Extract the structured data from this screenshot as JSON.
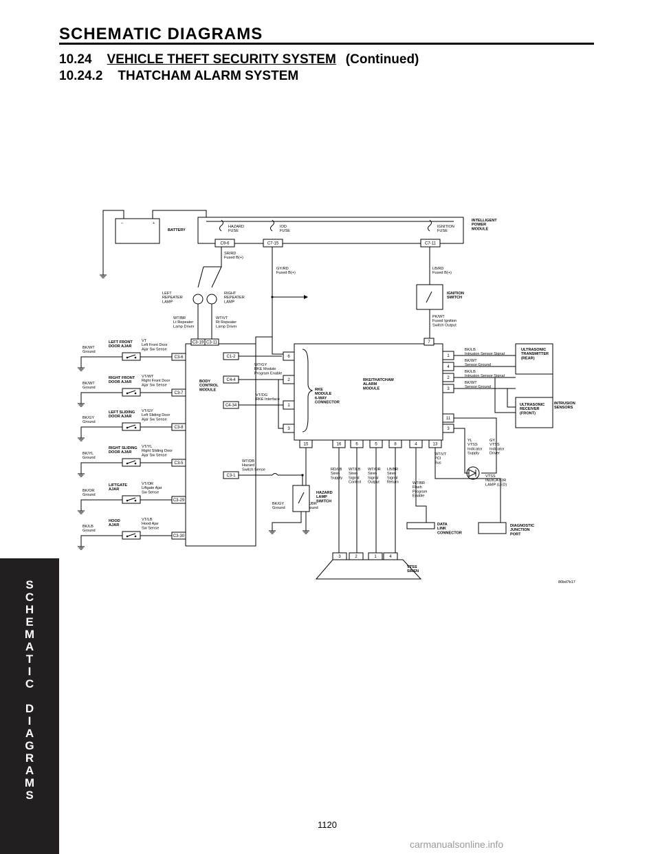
{
  "header": {
    "title": "SCHEMATIC DIAGRAMS",
    "section_number": "10.24",
    "section_title": "VEHICLE THEFT SECURITY SYSTEM",
    "section_suffix": "(Continued)",
    "subsection_number": "10.24.2",
    "subsection_title": "THATCHAM ALARM SYSTEM"
  },
  "side_tab": {
    "letters": [
      "S",
      "C",
      "H",
      "E",
      "M",
      "A",
      "T",
      "I",
      "C",
      "",
      "D",
      "I",
      "A",
      "G",
      "R",
      "A",
      "M",
      "S"
    ]
  },
  "page_number": "1120",
  "watermark": "carmanualsonline.info",
  "diagram": {
    "figure_id": "80bd7b17",
    "components": {
      "battery": "BATTERY",
      "battery_minus": "–",
      "battery_plus": "+",
      "ipm": [
        "INTELLIGENT",
        "POWER",
        "MODULE"
      ],
      "hazard_fuse": [
        "HAZARD",
        "FUSE"
      ],
      "iod_fuse": [
        "IOD",
        "FUSE"
      ],
      "ignition_fuse": [
        "IGNITION",
        "FUSE"
      ],
      "left_repeater": [
        "LEFT",
        "REPEATER",
        "LAMP"
      ],
      "right_repeater": [
        "RIGHT",
        "REPEATER",
        "LAMP"
      ],
      "ignition_switch": [
        "IGNITION",
        "SWITCH"
      ],
      "bcm": [
        "BODY",
        "CONTROL",
        "MODULE"
      ],
      "rke_connector": [
        "RKE",
        "MODULE",
        "6-WAY",
        "CONNECTOR"
      ],
      "alarm_module": [
        "RKE/THATCHAM",
        "ALARM",
        "MODULE"
      ],
      "us_transmitter": [
        "ULTRASONIC",
        "TRANSMITTER",
        "(REAR)"
      ],
      "us_receiver": [
        "ULTRASONIC",
        "RECEIVER",
        "(FRONT)"
      ],
      "intrusion_sensors": [
        "INTRUSION",
        "SENSORS"
      ],
      "hazard_switch": [
        "HAZARD",
        "LAMP",
        "SWITCH"
      ],
      "vtss_lamp": [
        "VTSS",
        "INDICATOR",
        "LAMP (LED)"
      ],
      "data_link": [
        "DATA",
        "LINK",
        "CONNECTOR"
      ],
      "diag_port": [
        "DIAGNOSTIC",
        "JUNCTION",
        "PORT"
      ],
      "vtss_siren": [
        "VTSS",
        "SIREN"
      ]
    },
    "connectors": {
      "c9_6": "C9-6",
      "c7_15": "C7-15",
      "c7_11": "C7-11",
      "c3_19": "C3-19",
      "c3_11": "C3-11",
      "c3_6": "C3-6",
      "c3_7": "C3-7",
      "c3_8": "C3-8",
      "c3_5": "C3-5",
      "c3_29": "C3-29",
      "c3_30": "C3-30",
      "c1_2": "C1-2",
      "c4_4": "C4-4",
      "c4_34": "C4-34",
      "c3_1": "C3-1"
    },
    "switches": [
      {
        "name": [
          "LEFT FRONT",
          "DOOR AJAR"
        ],
        "gnd": [
          "BK/WT",
          "Ground"
        ],
        "wire": [
          "VT",
          "Left Front Door",
          "Ajar Sw Sense"
        ],
        "conn": "c3_6"
      },
      {
        "name": [
          "RIGHT FRONT",
          "DOOR AJAR"
        ],
        "gnd": [
          "BK/WT",
          "Ground"
        ],
        "wire": [
          "VT/WT",
          "Right Front Door",
          "Ajar Sw Sense"
        ],
        "conn": "c3_7"
      },
      {
        "name": [
          "LEFT SLIDING",
          "DOOR AJAR"
        ],
        "gnd": [
          "BK/GY",
          "Ground"
        ],
        "wire": [
          "VT/GY",
          "Left Sliding Door",
          "Ajar Sw Sense"
        ],
        "conn": "c3_8"
      },
      {
        "name": [
          "RIGHT SLIDING",
          "DOOR AJAR"
        ],
        "gnd": [
          "BK/YL",
          "Ground"
        ],
        "wire": [
          "VT/YL",
          "Right Sliding Door",
          "Ajar Sw Sense"
        ],
        "conn": "c3_5"
      },
      {
        "name": [
          "LIFTGATE",
          "AJAR"
        ],
        "gnd": [
          "BK/OR",
          "Ground"
        ],
        "wire": [
          "VT/OR",
          "Liftgate Ajar",
          "Sw Sense"
        ],
        "conn": "c3_29"
      },
      {
        "name": [
          "HOOD",
          "AJAR"
        ],
        "gnd": [
          "BK/LB",
          "Ground"
        ],
        "wire": [
          "VT/LB",
          "Hood Ajar",
          "Sw Sense"
        ],
        "conn": "c3_30"
      }
    ],
    "wires": {
      "sr_rd": [
        "SR/RD",
        "Fused B(+)"
      ],
      "gy_rd": [
        "GY/RD",
        "Fused B(+)"
      ],
      "lb_rd": [
        "LB/RD",
        "Fused B(+)"
      ],
      "wt_br": [
        "WT/BR",
        "Lt Repeater",
        "Lamp Driver"
      ],
      "wt_vt": [
        "WT/VT",
        "Rt Repeater",
        "Lamp Driver"
      ],
      "pk_wt": [
        "PK/WT",
        "Fused Ignition",
        "Switch Output"
      ],
      "wt_gy": [
        "WT/GY",
        "RKE Module",
        "Program Enable"
      ],
      "vt_dg": [
        "VT/DG",
        "RKE Interface"
      ],
      "wt_db": [
        "WT/DB",
        "Hazard",
        "Switch Sense"
      ],
      "bk_lb_1": [
        "BK/LB",
        "Intrusion Sensor Signal"
      ],
      "bk_wt_4": [
        "BK/WT",
        "Sensor Ground"
      ],
      "bk_lb_2": [
        "BK/LB",
        "Intrusion Sensor Signal"
      ],
      "bk_wt_3": [
        "BK/WT",
        "Sensor Ground"
      ],
      "yl": [
        "YL",
        "VTSS",
        "Indicator",
        "Supply"
      ],
      "gy": [
        "GY",
        "VTSS",
        "Indicator",
        "Driver"
      ],
      "wt_vt_pci": [
        "WT/VT",
        "PCI",
        "Bus"
      ],
      "wt_br_flash": [
        "WT/BR",
        "Flash",
        "Program",
        "Enable"
      ],
      "rd_lb": [
        "RD/LB",
        "Siren",
        "Supply"
      ],
      "wt_lb": [
        "WT/LB",
        "Siren",
        "Signal",
        "Control"
      ],
      "wt_or": [
        "WT/OR",
        "Siren",
        "Signal",
        "Output"
      ],
      "lb_br": [
        "LB/BR",
        "Siren",
        "Signal",
        "Return"
      ],
      "bk_gy": [
        "BK/GY",
        "Ground"
      ],
      "bk_br": [
        "BK/BR",
        "Ground"
      ]
    },
    "pins": {
      "rke": [
        "6",
        "2",
        "1",
        "3"
      ],
      "alarm_top": "7",
      "alarm_right": [
        "1",
        "4",
        "2",
        "3",
        "11",
        "3"
      ],
      "alarm_bottom": [
        "15",
        "16",
        "6",
        "5",
        "8",
        "4",
        "13"
      ],
      "siren": [
        "3",
        "2",
        "1",
        "4"
      ]
    }
  }
}
